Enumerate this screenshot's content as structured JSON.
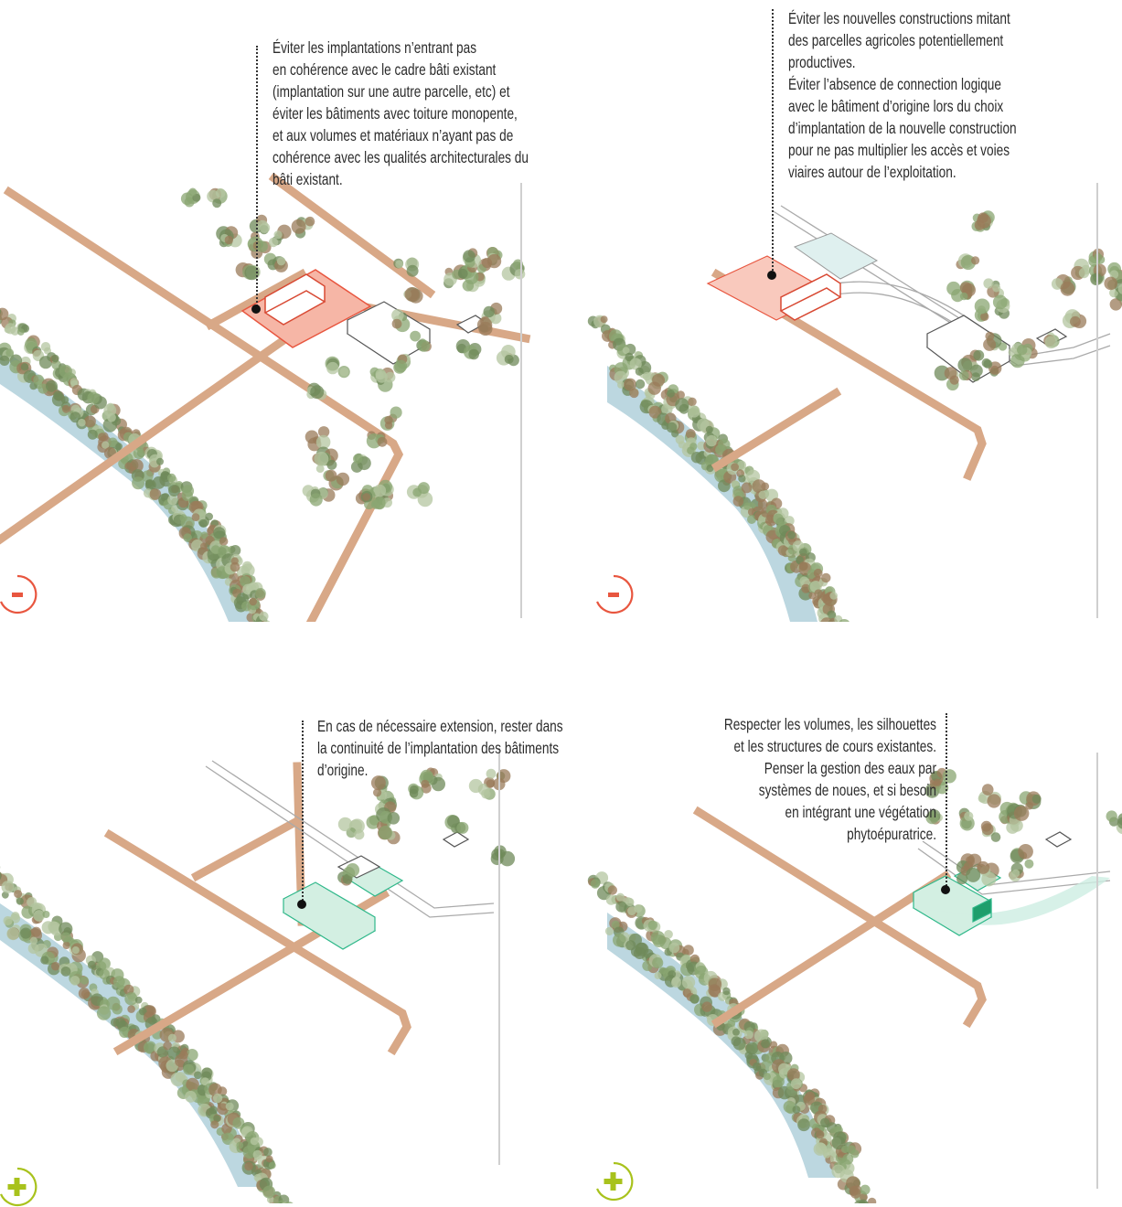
{
  "panels": [
    {
      "id": "top-left",
      "verdict": "negative",
      "caption": "Éviter les implantations n’entrant pas\nen cohérence avec le cadre bâti existant\n(implantation sur une autre parcelle, etc) et\néviter les bâtiments avec toiture monopente,\net aux volumes et matériaux n’ayant pas de\ncohérence avec les qualités architecturales du\nbâti existant.",
      "highlight_color": "#e8563f"
    },
    {
      "id": "top-right",
      "verdict": "negative",
      "caption": "Éviter les nouvelles constructions mitant\ndes parcelles agricoles potentiellement\nproductives.\nÉviter l’absence de connection logique\navec le bâtiment d’origine lors du choix\nd’implantation de la nouvelle construction\npour ne pas multiplier les accès et voies\nviaires autour de l’exploitation.",
      "highlight_color": "#e8563f"
    },
    {
      "id": "bottom-left",
      "verdict": "positive",
      "caption": "En cas de nécessaire extension, rester dans\nla continuité de l’implantation des bâtiments\nd’origine.",
      "highlight_color": "#2fb88a"
    },
    {
      "id": "bottom-right",
      "verdict": "positive",
      "caption": "Respecter les volumes, les silhouettes\net les structures de cours existantes.\nPenser la gestion des eaux par\nsystèmes de noues, et si besoin\nen intégrant une végétation\nphytoépuratrice.",
      "highlight_color": "#2fb88a"
    }
  ],
  "markers": {
    "negative": {
      "icon": "minus-circle-icon",
      "color": "#e8563f"
    },
    "positive": {
      "icon": "plus-circle-icon",
      "color": "#a8c21c"
    }
  },
  "colors": {
    "road": "#d8a887",
    "river": "#bcd7e0",
    "tree_dark": "#6f8a5a",
    "tree_light": "#b4c6a0",
    "tree_brown": "#9a7b5a",
    "building_outline": "#555555",
    "separator": "#cfcfcf"
  }
}
